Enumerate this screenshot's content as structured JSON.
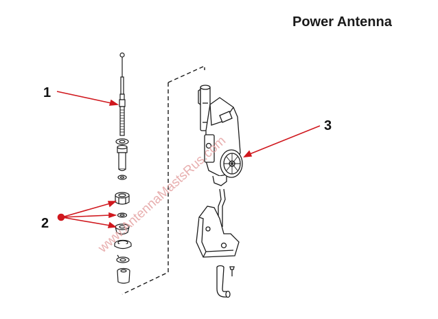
{
  "title": "Power Antenna",
  "callouts": [
    {
      "number": "1",
      "label": "1"
    },
    {
      "number": "2",
      "label": "2"
    },
    {
      "number": "3",
      "label": "3"
    }
  ],
  "watermark": "www.AntennaMastsRus.com",
  "colors": {
    "leader": "#d0181e",
    "line": "#1a1a1a",
    "watermark": "#e4a2a2"
  }
}
